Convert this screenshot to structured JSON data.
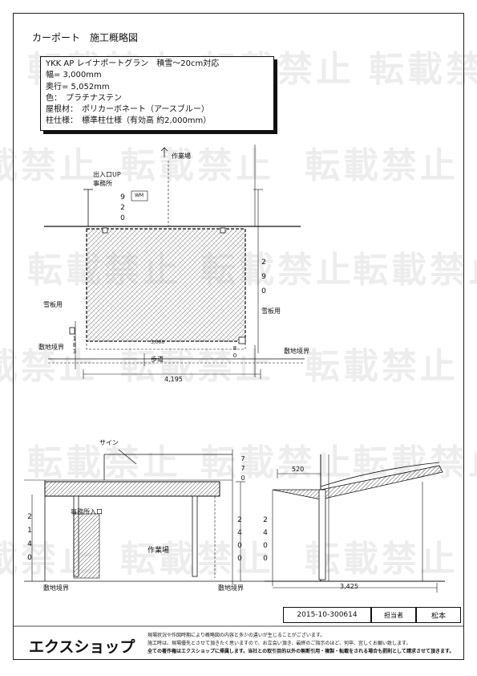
{
  "title": "カーポート　施工概略図",
  "spec": {
    "product": "YKK AP レイナポートグラン　積雪～20cm対応",
    "width": "幅= 3,000mm",
    "depth": "奥行= 5,052mm",
    "color": "色：　プラチナステン",
    "roof": "屋根材：　ポリカーボネート（アースブルー）",
    "pillar": "柱仕様：　標準柱仕様（有効高 約2,000mm）"
  },
  "watermark": "転載禁止",
  "plan": {
    "workshop_label": "作業場",
    "entrance_label": "出入口UP",
    "office_label": "事務所",
    "wm_label": "WM",
    "dim_top": [
      "9",
      "2",
      "0"
    ],
    "dim_right": [
      "2",
      "9",
      "0"
    ],
    "dim_small_left": [
      "1",
      "8",
      "3"
    ],
    "dim_small_right": [
      "8",
      "0"
    ],
    "meter_left": "雪板用",
    "meter_right": "雪板用",
    "boundary_left": "敷地境界",
    "boundary_right": "敷地境界",
    "sidewalk": "歩道",
    "dim_bottom": "4,195",
    "inner_dim": "3,000"
  },
  "elevation": {
    "sign_label": "サイン",
    "sign_dim": [
      "7",
      "7",
      "0"
    ],
    "office_entrance": "事務所入口",
    "workshop": "作業場",
    "dim_left": [
      "2",
      "1",
      "4",
      "0"
    ],
    "dim_mid": [
      "2",
      "4",
      "0",
      "0"
    ],
    "dim_right": [
      "2",
      "4",
      "0",
      "0"
    ],
    "boundary_left": "敷地境界",
    "boundary_right": "敷地境界"
  },
  "side": {
    "dim_top": "520",
    "dim_bottom": "3,425"
  },
  "footer": {
    "doc_no": "2015-10-300614",
    "person_label": "担当者",
    "person": "松本",
    "logo": "エクスショップ",
    "notes": [
      "現場状況や作図時期により概略図の内容と多少の違いが生じることがございます。",
      "施工時は、現場優先とさせて頂きたく思いますので、お立会い頂き、最終のご指示のほど、何卒、宜しくお願い致します。",
      "全ての著作権はエクスショップに帰属します。当社との取引目的以外の無断引用・複製・転載をされる場合も罰則として請求させて頂きます。"
    ]
  }
}
